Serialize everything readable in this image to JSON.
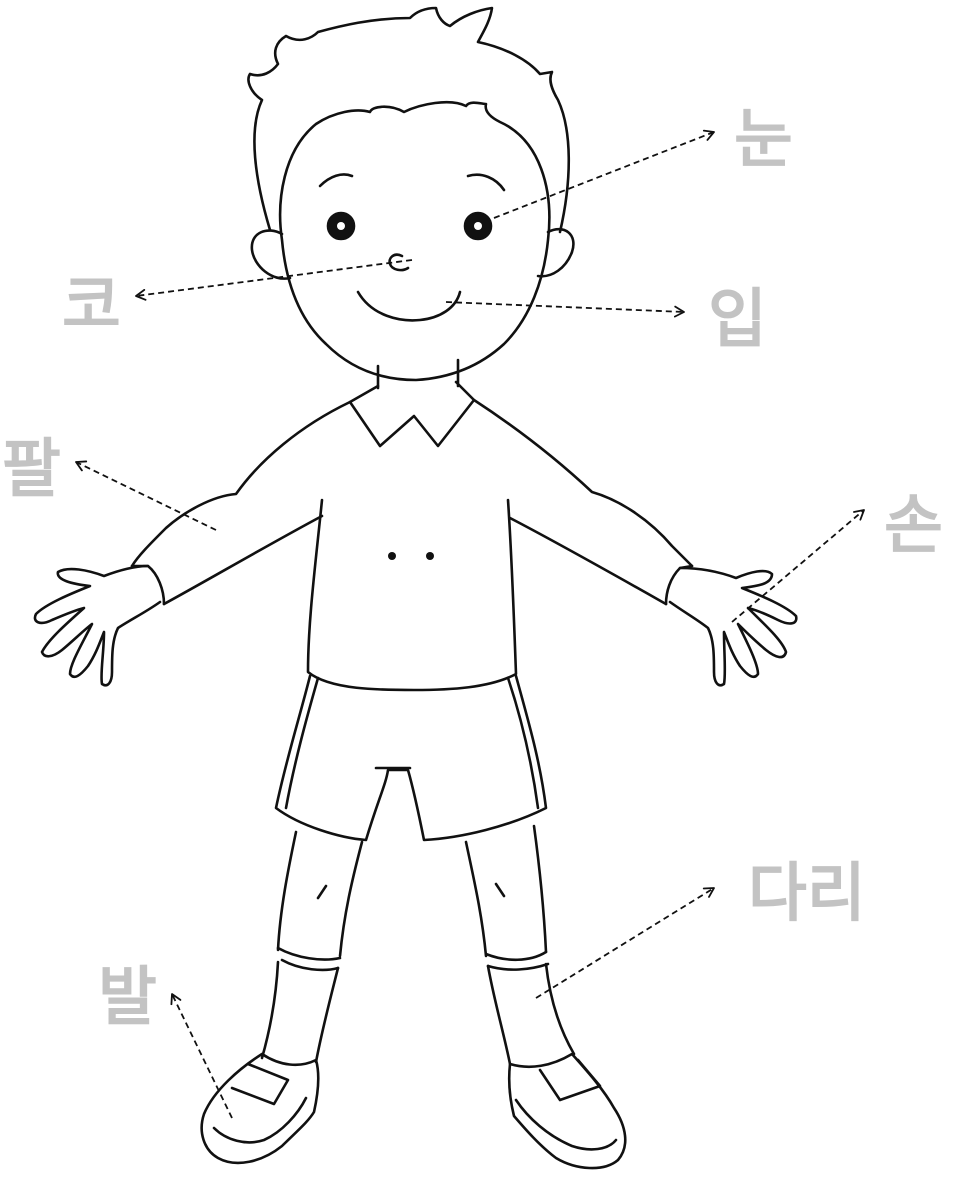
{
  "colors": {
    "label": "#c3c3c3",
    "line": "#111111",
    "background": "#ffffff"
  },
  "labels": {
    "eye": "눈",
    "nose": "코",
    "mouth": "입",
    "arm": "팔",
    "hand": "손",
    "leg": "다리",
    "foot": "발"
  }
}
